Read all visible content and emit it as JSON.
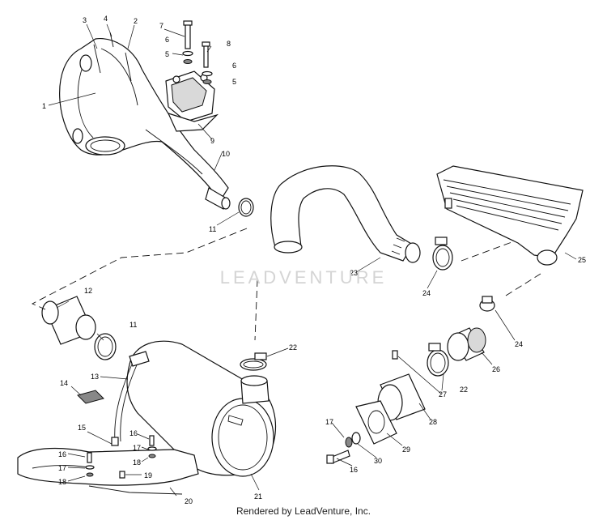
{
  "watermark": {
    "text": "LEADVENTURE"
  },
  "footer": {
    "text": "Rendered by LeadVenture, Inc."
  },
  "labels": {
    "l1": "1",
    "l2": "2",
    "l3": "3",
    "l4": "4",
    "l5a": "5",
    "l5b": "5",
    "l6a": "6",
    "l6b": "6",
    "l7": "7",
    "l8": "8",
    "l9": "9",
    "l10": "10",
    "l11a": "11",
    "l11b": "11",
    "l12": "12",
    "l13": "13",
    "l14": "14",
    "l15": "15",
    "l16a": "16",
    "l16b": "16",
    "l16c": "16",
    "l17a": "17",
    "l17b": "17",
    "l17c": "17",
    "l18a": "18",
    "l18b": "18",
    "l19": "19",
    "l20": "20",
    "l21": "21",
    "l22a": "22",
    "l22b": "22",
    "l23": "23",
    "l24a": "24",
    "l24b": "24",
    "l25": "25",
    "l26": "26",
    "l27": "27",
    "l28": "28",
    "l29": "29",
    "l30": "30"
  }
}
